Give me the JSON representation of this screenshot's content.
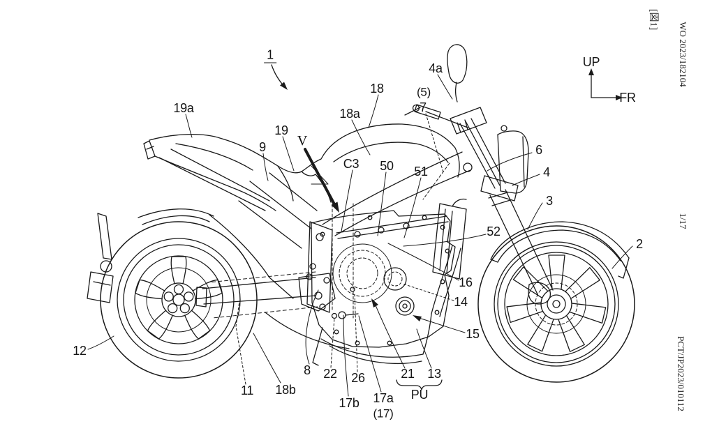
{
  "page": {
    "background": "#ffffff",
    "ink": "#1a1a1a"
  },
  "margin_texts": {
    "figure_tag": "[図1]",
    "publication_number": "WO 2023/182104",
    "page_number": "1/17",
    "application_number": "PCT/JP2023/010112"
  },
  "orientation": {
    "up": "UP",
    "front": "FR"
  },
  "labels": [
    {
      "ref": "figure-number",
      "text": "1"
    },
    {
      "ref": "19a",
      "text": "19a"
    },
    {
      "ref": "9",
      "text": "9"
    },
    {
      "ref": "19",
      "text": "19"
    },
    {
      "ref": "view-arrow",
      "text": "V"
    },
    {
      "ref": "18a",
      "text": "18a"
    },
    {
      "ref": "18",
      "text": "18"
    },
    {
      "ref": "5-paren",
      "text": "(5)"
    },
    {
      "ref": "7",
      "text": "7"
    },
    {
      "ref": "4a",
      "text": "4a"
    },
    {
      "ref": "6",
      "text": "6"
    },
    {
      "ref": "4",
      "text": "4"
    },
    {
      "ref": "3",
      "text": "3"
    },
    {
      "ref": "2",
      "text": "2"
    },
    {
      "ref": "52",
      "text": "52"
    },
    {
      "ref": "16",
      "text": "16"
    },
    {
      "ref": "14",
      "text": "14"
    },
    {
      "ref": "15",
      "text": "15"
    },
    {
      "ref": "12",
      "text": "12"
    },
    {
      "ref": "11",
      "text": "11"
    },
    {
      "ref": "18b",
      "text": "18b"
    },
    {
      "ref": "8",
      "text": "8"
    },
    {
      "ref": "22",
      "text": "22"
    },
    {
      "ref": "26",
      "text": "26"
    },
    {
      "ref": "17b",
      "text": "17b"
    },
    {
      "ref": "17a",
      "text": "17a"
    },
    {
      "ref": "17-paren",
      "text": "(17)"
    },
    {
      "ref": "21",
      "text": "21"
    },
    {
      "ref": "13",
      "text": "13"
    },
    {
      "ref": "power-unit",
      "text": "PU"
    },
    {
      "ref": "C3",
      "text": "C3"
    },
    {
      "ref": "50",
      "text": "50"
    },
    {
      "ref": "51",
      "text": "51"
    }
  ]
}
